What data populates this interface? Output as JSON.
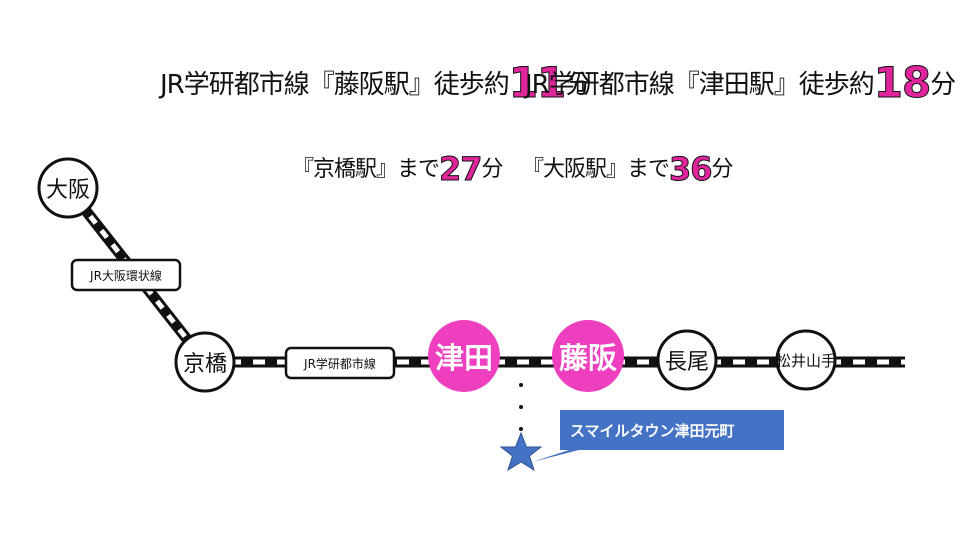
{
  "headlines": {
    "fujisaka_prefix": "JR学研都市線『藤阪駅』徒歩約",
    "fujisaka_minutes": "11",
    "fujisaka_suffix": "分",
    "tsuda_prefix": "JR学研都市線『津田駅』徒歩約",
    "tsuda_minutes": "18",
    "tsuda_suffix": "分",
    "kyobashi_prefix": "『京橋駅』まで",
    "kyobashi_minutes": "27",
    "kyobashi_suffix": "分",
    "osaka_prefix": "『大阪駅』まで",
    "osaka_minutes": "36",
    "osaka_suffix": "分"
  },
  "stations": {
    "osaka": "大阪",
    "kyobashi": "京橋",
    "tsuda": "津田",
    "fujisaka": "藤阪",
    "nagao": "長尾",
    "matsuiyamate": "松井山手"
  },
  "lines": {
    "loop": "JR大阪環状線",
    "gakken": "JR学研都市線"
  },
  "property": {
    "name": "スマイルタウン津田元町"
  },
  "colors": {
    "highlight": "#ee3fbf",
    "minutes": "#e0249c",
    "callout": "#4472c4",
    "track": "#111111"
  }
}
